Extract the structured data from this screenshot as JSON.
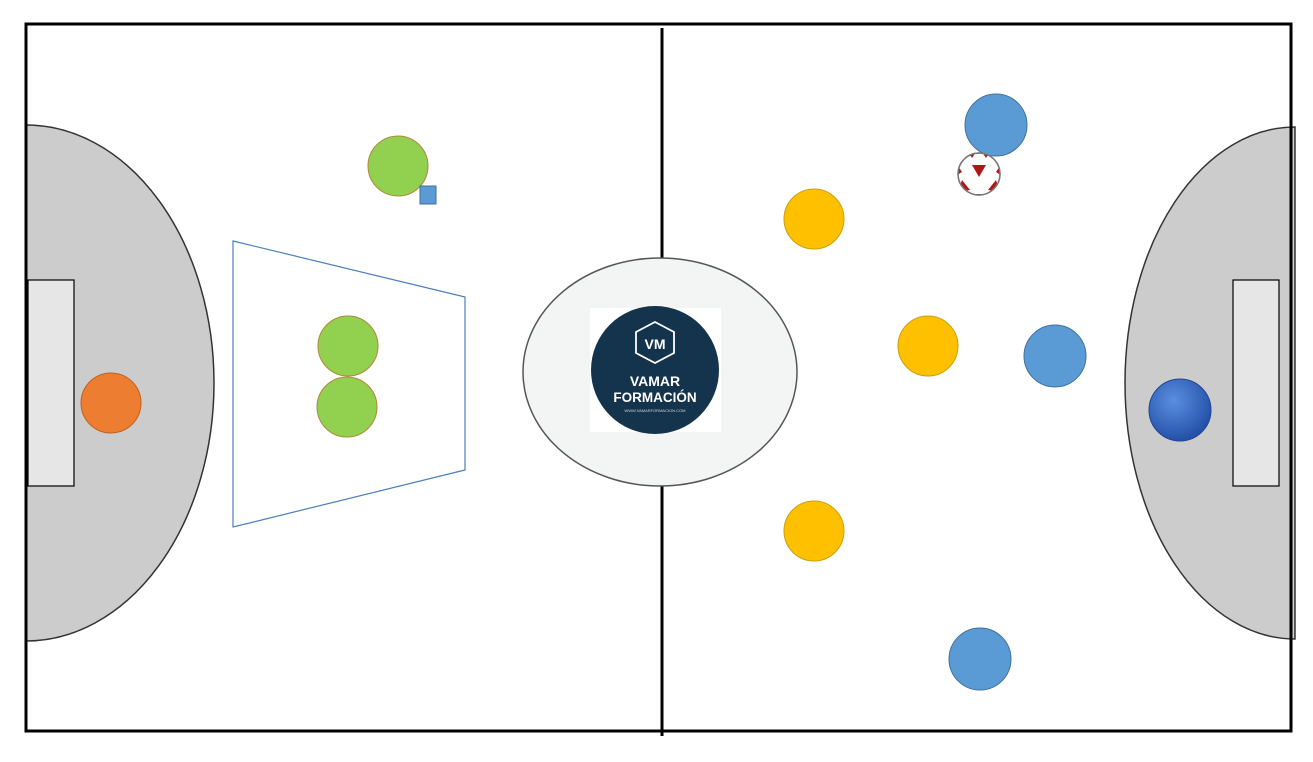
{
  "diagram": {
    "type": "futsal-tactical-board",
    "colors": {
      "background": "#ffffff",
      "court_line": "#000000",
      "penalty_area": "#cccccc",
      "goal_box": "#e6e6e6",
      "center_circle_fill": "#f3f4f4",
      "center_circle_stroke": "#555555",
      "zone_outline": "#4a7ebb",
      "green_team": "#92d050",
      "yellow_team": "#ffc000",
      "blue_team": "#5b9bd5",
      "goalkeeper_left": "#ed7d31",
      "goalkeeper_right": "#2e5fbf",
      "cone": "#5b9bd5",
      "logo_bg": "#14334d",
      "ball_red": "#b01818"
    },
    "logo": {
      "monogram": "VM",
      "line1": "VAMAR",
      "line2": "FORMACIÓN",
      "tagline": "WWW.VAMARFORMACION.COM"
    },
    "players": {
      "green": [
        "green-player-1",
        "green-player-2",
        "green-player-3"
      ],
      "yellow": [
        "yellow-player-1",
        "yellow-player-2",
        "yellow-player-3"
      ],
      "blue": [
        "blue-player-1",
        "blue-player-2",
        "blue-player-3"
      ],
      "goalkeepers": [
        "goalkeeper-left",
        "goalkeeper-right"
      ]
    },
    "equipment": [
      "ball-icon",
      "cone-marker"
    ]
  }
}
